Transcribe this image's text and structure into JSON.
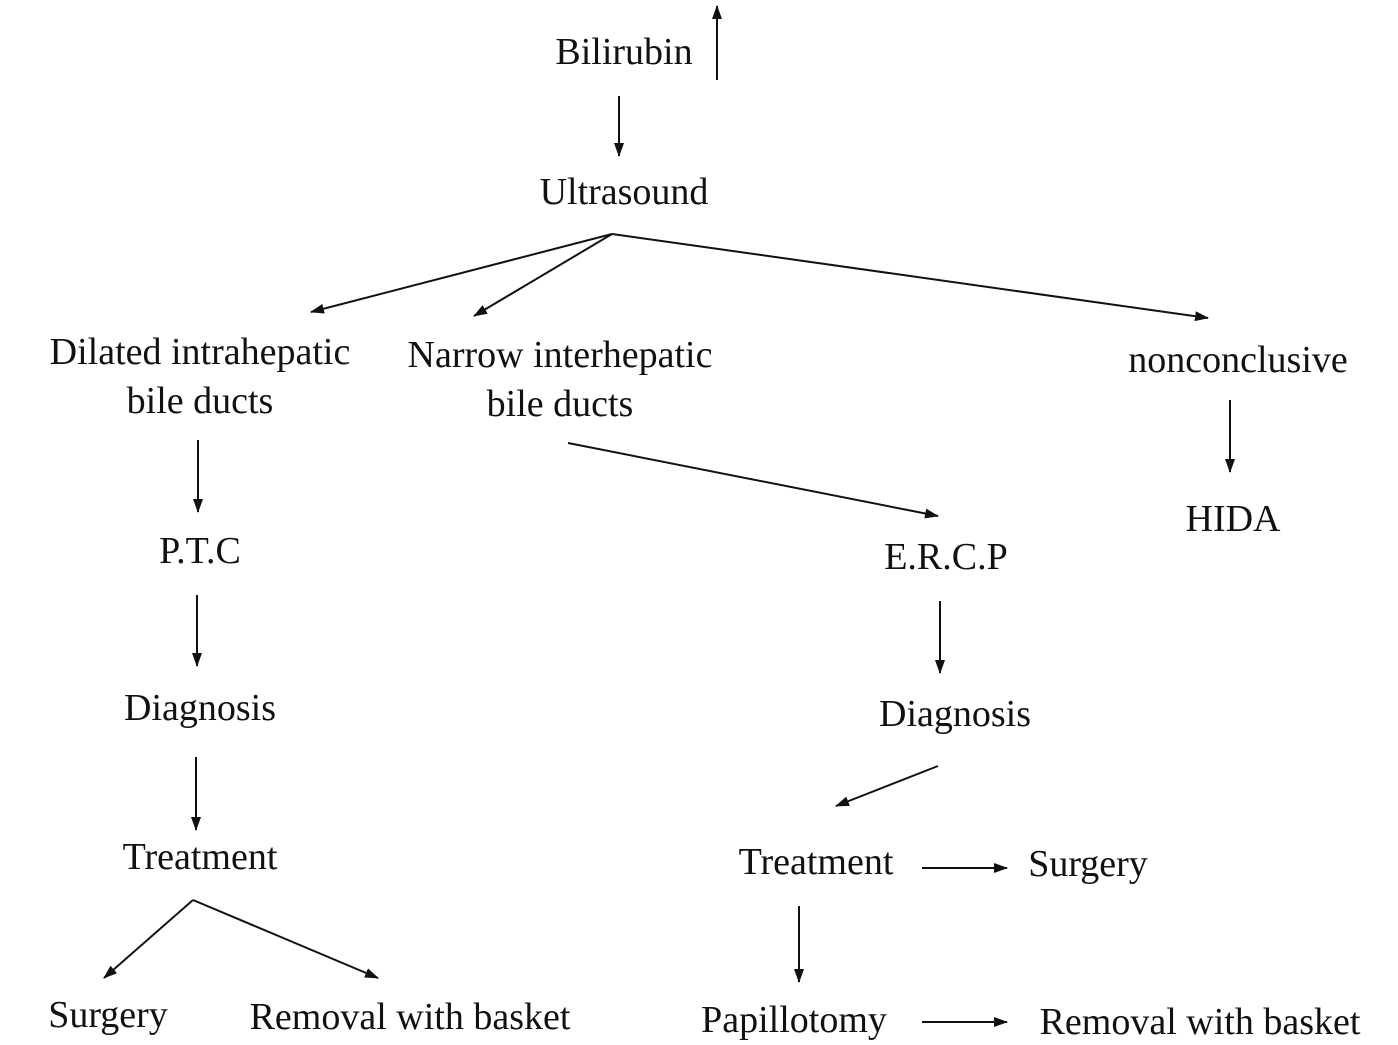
{
  "nodes": {
    "bilirubin": "Bilirubin",
    "ultrasound": "Ultrasound",
    "dilated_line1": "Dilated intrahepatic",
    "dilated_line2": "bile ducts",
    "narrow_line1": "Narrow interhepatic",
    "narrow_line2": "bile ducts",
    "nonconclusive": "nonconclusive",
    "hida": "HIDA",
    "ptc": "P.T.C",
    "left_diagnosis": "Diagnosis",
    "left_treatment": "Treatment",
    "left_surgery": "Surgery",
    "left_removal": "Removal with basket",
    "ercp": "E.R.C.P",
    "right_diagnosis": "Diagnosis",
    "right_treatment": "Treatment",
    "right_surgery": "Surgery",
    "papillotomy": "Papillotomy",
    "right_removal": "Removal with basket"
  }
}
